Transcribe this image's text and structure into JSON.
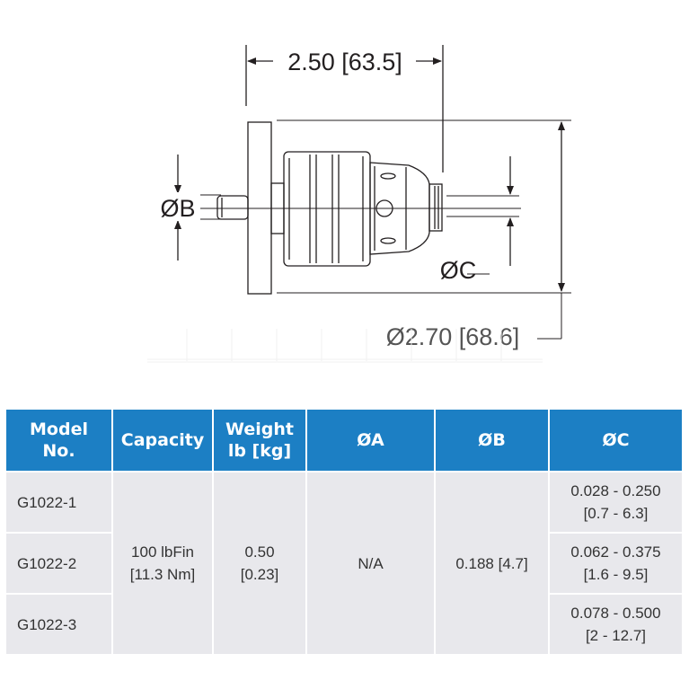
{
  "drawing": {
    "dim_length": "2.50 [63.5]",
    "dim_b": "ØB",
    "dim_c": "ØC",
    "dim_diameter": "Ø2.70 [68.6]"
  },
  "table": {
    "headers": [
      [
        "Model",
        "No."
      ],
      [
        "Capacity"
      ],
      [
        "Weight",
        "lb [kg]"
      ],
      [
        "ØA"
      ],
      [
        "ØB"
      ],
      [
        "ØC"
      ]
    ],
    "rows": [
      {
        "model": "G1022-1",
        "c_line1": "0.028 - 0.250",
        "c_line2": "[0.7 - 6.3]"
      },
      {
        "model": "G1022-2",
        "c_line1": "0.062 - 0.375",
        "c_line2": "[1.6 - 9.5]"
      },
      {
        "model": "G1022-3",
        "c_line1": "0.078 - 0.500",
        "c_line2": "[2 - 12.7]"
      }
    ],
    "shared": {
      "capacity_line1": "100 lbFin",
      "capacity_line2": "[11.3 Nm]",
      "weight_line1": "0.50",
      "weight_line2": "[0.23]",
      "a": "N/A",
      "b": "0.188 [4.7]"
    }
  },
  "colors": {
    "header_bg": "#1c7fc4",
    "cell_bg": "#e8e8ec",
    "line": "#231f20"
  }
}
